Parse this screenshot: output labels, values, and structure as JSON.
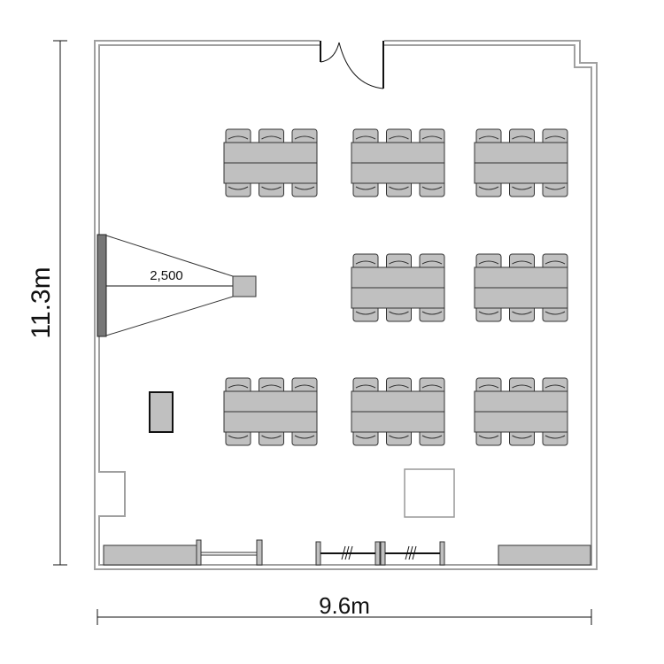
{
  "dimensions": {
    "height_label": "11.3m",
    "width_label": "9.6m"
  },
  "projection": {
    "distance_label": "2,500"
  },
  "layout": {
    "table_groups": [
      {
        "row": 1,
        "col": 1
      },
      {
        "row": 1,
        "col": 2
      },
      {
        "row": 1,
        "col": 3
      },
      {
        "row": 2,
        "col": 2
      },
      {
        "row": 2,
        "col": 3
      },
      {
        "row": 3,
        "col": 1
      },
      {
        "row": 3,
        "col": 2
      },
      {
        "row": 3,
        "col": 3
      }
    ],
    "chairs_per_side": 3
  },
  "colors": {
    "furniture": "#c0c0c0",
    "wall": "#a0a0a0",
    "line": "#111111"
  }
}
